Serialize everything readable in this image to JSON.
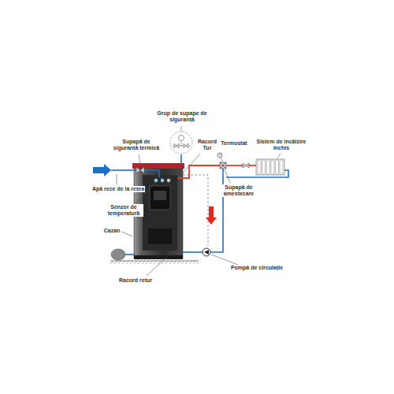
{
  "diagram": {
    "labels": [
      "Grup de supape de siguranță",
      "Supapă de siguranță termică",
      "Racord Tur",
      "Termostat",
      "Sistem de încălzire închis",
      "Apă rece de la rețea",
      "Supapă de amestecare",
      "Senzor de temperatură",
      "Cazan",
      "Pompă de circulație",
      "Racord retur"
    ]
  }
}
